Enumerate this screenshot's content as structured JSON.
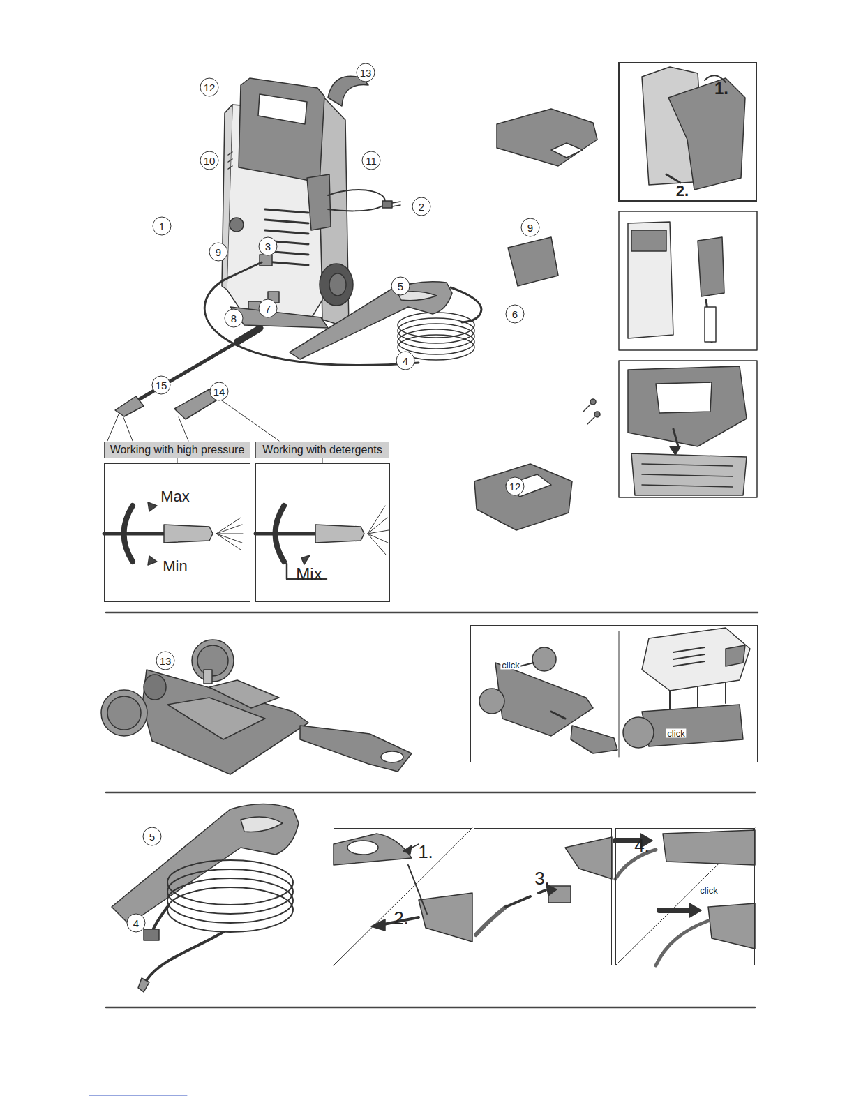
{
  "diagram": {
    "nodes": [
      {
        "text": [
          "Working with high pressure"
        ]
      },
      {
        "text": [
          "Working with detergents"
        ]
      },
      {
        "text": [
          "Max",
          "Min"
        ]
      },
      {
        "text": [
          "Mix"
        ]
      },
      {
        "text": [
          "1.",
          "2."
        ]
      },
      {
        "text": [
          "click",
          "click"
        ]
      },
      {
        "text": [
          "1.",
          "2."
        ]
      },
      {
        "text": [
          "3."
        ]
      },
      {
        "text": [
          "4.",
          "click"
        ]
      }
    ],
    "edges": [
      {
        "from": 0,
        "to": 2,
        "arrow": "none"
      },
      {
        "from": 1,
        "to": 3,
        "arrow": "none"
      }
    ],
    "labels": [
      "13",
      "12",
      "10",
      "11",
      "2",
      "1",
      "9",
      "3",
      "5",
      "6",
      "8",
      "7",
      "4",
      "15",
      "14",
      "9",
      "12",
      "13",
      "5",
      "4"
    ]
  }
}
